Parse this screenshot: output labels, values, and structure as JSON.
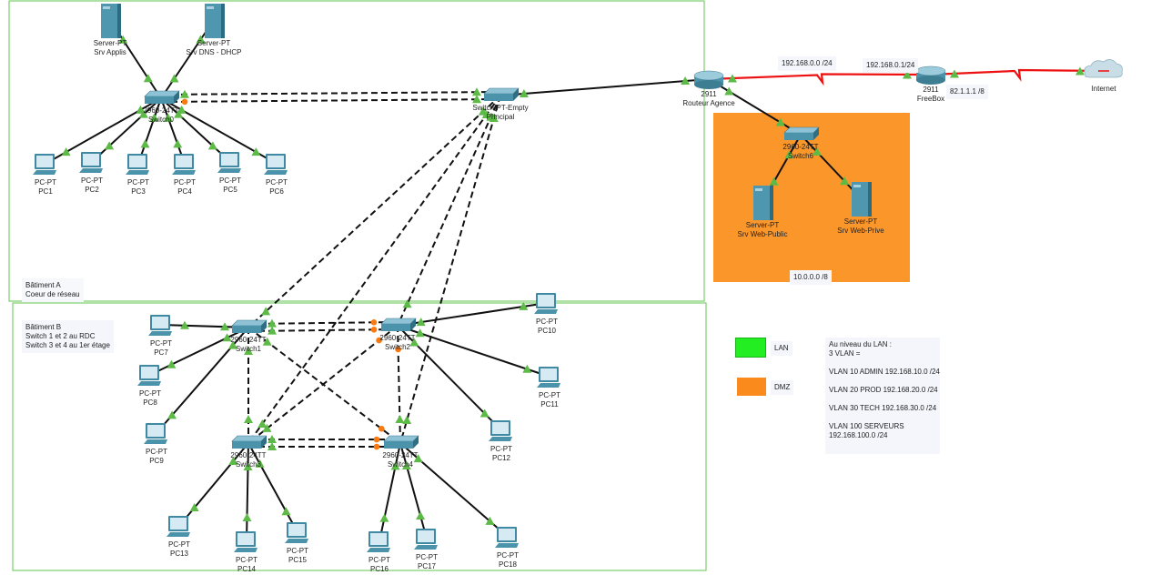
{
  "areas": {
    "batiment_a": {
      "title": "Bâtiment A",
      "subtitle": "Coeur de réseau",
      "border_color": "#7ccf6e"
    },
    "batiment_b": {
      "title": "Bâtiment B",
      "lines": [
        "Switch 1 et 2 au RDC",
        "Switch 3 et 4 au 1er étage"
      ],
      "border_color": "#7ccf6e"
    },
    "dmz": {
      "network": "10.0.0.0 /8",
      "fill_color": "#fb962a"
    }
  },
  "link_labels": {
    "wan_left": "192.168.0.0 /24",
    "wan_right": "192.168.0.1/24",
    "internet": "82.1.1.1 /8"
  },
  "legend": [
    {
      "label": "LAN",
      "color": "#22ee22"
    },
    {
      "label": "DMZ",
      "color": "#fb8a1c"
    }
  ],
  "vlan_note": {
    "lines": [
      "Au niveau du LAN :",
      "3 VLAN =",
      "",
      "VLAN 10 ADMIN 192.168.10.0 /24",
      "",
      "VLAN 20 PROD 192.168.20.0 /24",
      "",
      "VLAN 30 TECH 192.168.30.0 /24",
      "",
      "VLAN 100 SERVEURS",
      "192.168.100.0 /24"
    ]
  },
  "nodes": [
    {
      "id": "srvapp",
      "type": "server",
      "model": "Server-PT",
      "name": "Srv Applis"
    },
    {
      "id": "srvdns",
      "type": "server",
      "model": "Server-PT",
      "name": "Srv DNS - DHCP"
    },
    {
      "id": "sw0",
      "type": "switch",
      "model": "2960-24TT",
      "name": "Switch0"
    },
    {
      "id": "main",
      "type": "switch",
      "model": "Switch-PT-Empty",
      "name": "Principal"
    },
    {
      "id": "pc1",
      "type": "pc",
      "model": "PC-PT",
      "name": "PC1"
    },
    {
      "id": "pc2",
      "type": "pc",
      "model": "PC-PT",
      "name": "PC2"
    },
    {
      "id": "pc3",
      "type": "pc",
      "model": "PC-PT",
      "name": "PC3"
    },
    {
      "id": "pc4",
      "type": "pc",
      "model": "PC-PT",
      "name": "PC4"
    },
    {
      "id": "pc5",
      "type": "pc",
      "model": "PC-PT",
      "name": "PC5"
    },
    {
      "id": "pc6",
      "type": "pc",
      "model": "PC-PT",
      "name": "PC6"
    },
    {
      "id": "r1",
      "type": "router",
      "model": "2911",
      "name": "Routeur Agence"
    },
    {
      "id": "fb",
      "type": "router",
      "model": "2911",
      "name": "FreeBox"
    },
    {
      "id": "inet",
      "type": "cloud",
      "model": "",
      "name": "Internet"
    },
    {
      "id": "sw6",
      "type": "switch",
      "model": "2960-24TT",
      "name": "Switch6"
    },
    {
      "id": "webpub",
      "type": "server",
      "model": "Server-PT",
      "name": "Srv Web-Public"
    },
    {
      "id": "webpriv",
      "type": "server",
      "model": "Server-PT",
      "name": "Srv Web-Prive"
    },
    {
      "id": "sw1",
      "type": "switch",
      "model": "2960-24TT",
      "name": "Switch1"
    },
    {
      "id": "sw2",
      "type": "switch",
      "model": "2960-24TT",
      "name": "Switch2"
    },
    {
      "id": "sw3",
      "type": "switch",
      "model": "2960-24TT",
      "name": "Switch3"
    },
    {
      "id": "sw4",
      "type": "switch",
      "model": "2960-24TT",
      "name": "Switch4"
    },
    {
      "id": "pc7",
      "type": "pc",
      "model": "PC-PT",
      "name": "PC7"
    },
    {
      "id": "pc8",
      "type": "pc",
      "model": "PC-PT",
      "name": "PC8"
    },
    {
      "id": "pc9",
      "type": "pc",
      "model": "PC-PT",
      "name": "PC9"
    },
    {
      "id": "pc10",
      "type": "pc",
      "model": "PC-PT",
      "name": "PC10"
    },
    {
      "id": "pc11",
      "type": "pc",
      "model": "PC-PT",
      "name": "PC11"
    },
    {
      "id": "pc12",
      "type": "pc",
      "model": "PC-PT",
      "name": "PC12"
    },
    {
      "id": "pc13",
      "type": "pc",
      "model": "PC-PT",
      "name": "PC13"
    },
    {
      "id": "pc14",
      "type": "pc",
      "model": "PC-PT",
      "name": "PC14"
    },
    {
      "id": "pc15",
      "type": "pc",
      "model": "PC-PT",
      "name": "PC15"
    },
    {
      "id": "pc16",
      "type": "pc",
      "model": "PC-PT",
      "name": "PC16"
    },
    {
      "id": "pc17",
      "type": "pc",
      "model": "PC-PT",
      "name": "PC17"
    },
    {
      "id": "pc18",
      "type": "pc",
      "model": "PC-PT",
      "name": "PC18"
    }
  ],
  "links": [
    {
      "a": "srvapp",
      "b": "sw0",
      "style": "solid"
    },
    {
      "a": "srvdns",
      "b": "sw0",
      "style": "solid"
    },
    {
      "a": "sw0",
      "b": "pc1",
      "style": "solid"
    },
    {
      "a": "sw0",
      "b": "pc2",
      "style": "solid"
    },
    {
      "a": "sw0",
      "b": "pc3",
      "style": "solid"
    },
    {
      "a": "sw0",
      "b": "pc4",
      "style": "solid"
    },
    {
      "a": "sw0",
      "b": "pc5",
      "style": "solid"
    },
    {
      "a": "sw0",
      "b": "pc6",
      "style": "solid"
    },
    {
      "a": "sw0",
      "b": "main",
      "style": "dashed"
    },
    {
      "a": "sw0",
      "b": "main",
      "style": "dashed",
      "state_a": "blocked"
    },
    {
      "a": "main",
      "b": "r1",
      "style": "solid"
    },
    {
      "a": "r1",
      "b": "fb",
      "style": "serial"
    },
    {
      "a": "fb",
      "b": "inet",
      "style": "serial"
    },
    {
      "a": "r1",
      "b": "sw6",
      "style": "solid"
    },
    {
      "a": "sw6",
      "b": "webpub",
      "style": "solid"
    },
    {
      "a": "sw6",
      "b": "webpriv",
      "style": "solid"
    },
    {
      "a": "main",
      "b": "sw1",
      "style": "dashed"
    },
    {
      "a": "main",
      "b": "sw2",
      "style": "dashed"
    },
    {
      "a": "main",
      "b": "sw3",
      "style": "dashed"
    },
    {
      "a": "main",
      "b": "sw4",
      "style": "dashed"
    },
    {
      "a": "sw1",
      "b": "sw2",
      "style": "dashed",
      "state_b": "blocked"
    },
    {
      "a": "sw1",
      "b": "sw2",
      "style": "dashed",
      "state_b": "blocked"
    },
    {
      "a": "sw3",
      "b": "sw4",
      "style": "dashed",
      "state_b": "blocked"
    },
    {
      "a": "sw3",
      "b": "sw4",
      "style": "dashed",
      "state_b": "blocked"
    },
    {
      "a": "sw1",
      "b": "sw3",
      "style": "dashed"
    },
    {
      "a": "sw2",
      "b": "sw4",
      "style": "dashed",
      "state_a": "blocked"
    },
    {
      "a": "sw1",
      "b": "sw4",
      "style": "dashed",
      "state_b": "blocked"
    },
    {
      "a": "sw2",
      "b": "sw3",
      "style": "dashed",
      "state_a": "blocked"
    },
    {
      "a": "sw1",
      "b": "pc7",
      "style": "solid"
    },
    {
      "a": "sw1",
      "b": "pc8",
      "style": "solid"
    },
    {
      "a": "sw1",
      "b": "pc9",
      "style": "solid"
    },
    {
      "a": "sw2",
      "b": "pc10",
      "style": "solid"
    },
    {
      "a": "sw2",
      "b": "pc11",
      "style": "solid"
    },
    {
      "a": "sw2",
      "b": "pc12",
      "style": "solid"
    },
    {
      "a": "sw3",
      "b": "pc13",
      "style": "solid"
    },
    {
      "a": "sw3",
      "b": "pc14",
      "style": "solid"
    },
    {
      "a": "sw3",
      "b": "pc15",
      "style": "solid"
    },
    {
      "a": "sw4",
      "b": "pc16",
      "style": "solid"
    },
    {
      "a": "sw4",
      "b": "pc17",
      "style": "solid"
    },
    {
      "a": "sw4",
      "b": "pc18",
      "style": "solid"
    }
  ]
}
